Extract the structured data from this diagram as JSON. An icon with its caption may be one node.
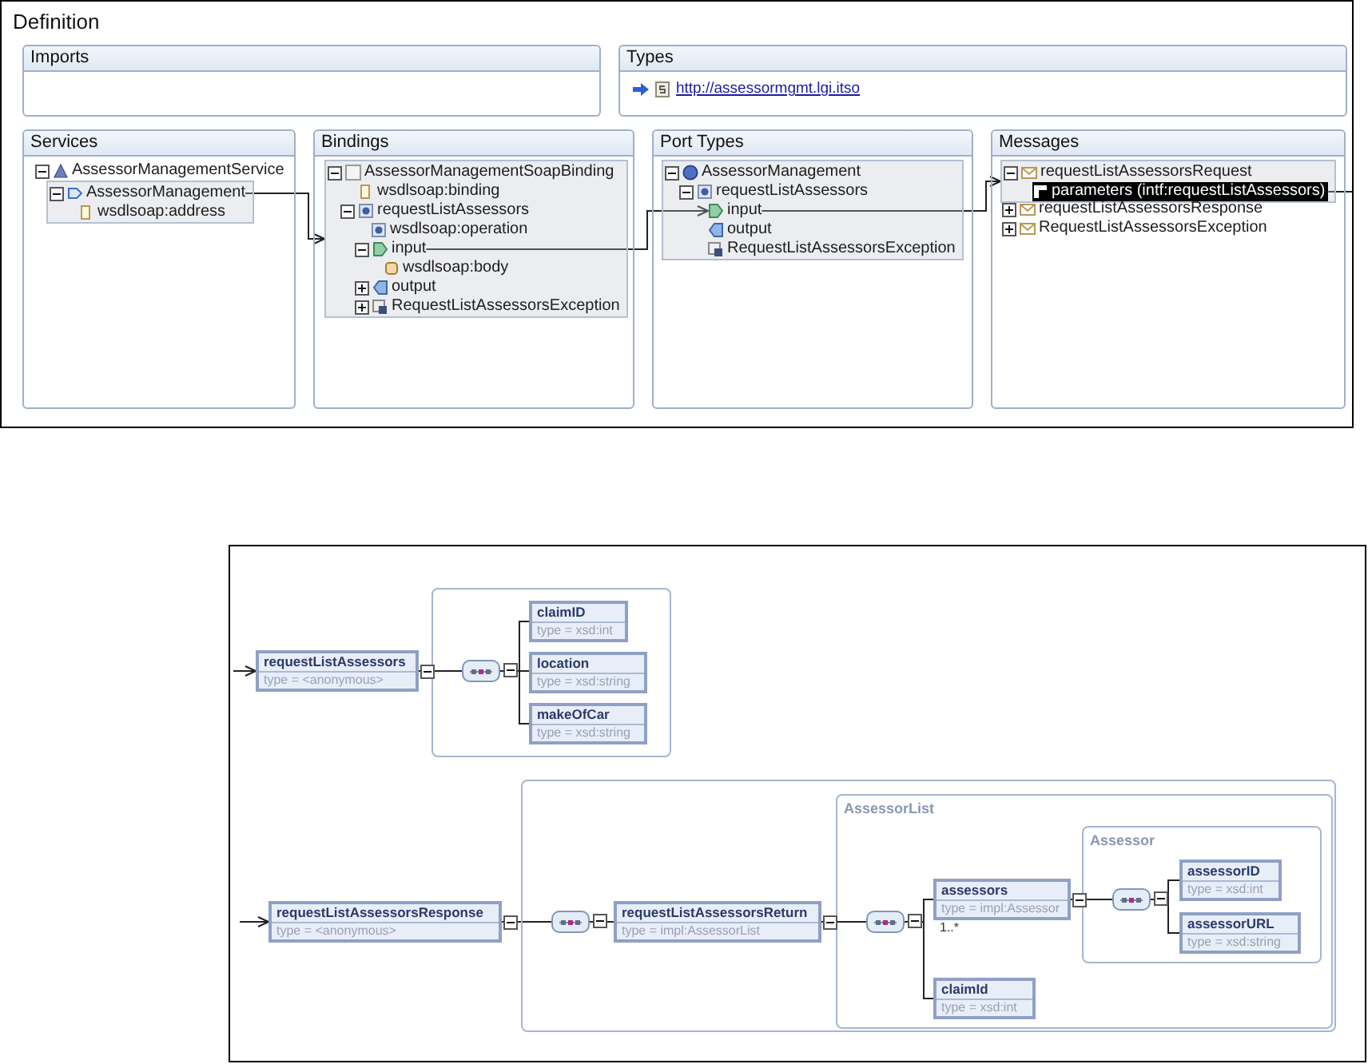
{
  "diagram": {
    "nodes": [
      {
        "text": [
          "Definition"
        ]
      },
      {
        "text": [
          "Imports"
        ],
        "in": 0
      },
      {
        "text": [
          "Types",
          "http://assessormgmt.lgi.itso"
        ],
        "in": 0
      },
      {
        "text": [
          "Services"
        ],
        "in": 0
      },
      {
        "text": [
          "Bindings"
        ],
        "in": 0
      },
      {
        "text": [
          "Port Types"
        ],
        "in": 0
      },
      {
        "text": [
          "Messages"
        ],
        "in": 0
      },
      {
        "text": [
          "AssessorManagementService"
        ],
        "in": 3
      },
      {
        "text": [],
        "shape": "box",
        "in": 3
      },
      {
        "text": [
          "AssessorManagement"
        ],
        "in": 8
      },
      {
        "text": [
          "wsdlsoap:address"
        ],
        "in": 8
      },
      {
        "text": [],
        "shape": "box",
        "in": 4
      },
      {
        "text": [
          "AssessorManagementSoapBinding"
        ],
        "in": 11
      },
      {
        "text": [
          "wsdlsoap:binding"
        ],
        "in": 11
      },
      {
        "text": [
          "requestListAssessors"
        ],
        "in": 11
      },
      {
        "text": [
          "wsdlsoap:operation"
        ],
        "in": 11
      },
      {
        "text": [
          "input"
        ],
        "in": 11
      },
      {
        "text": [
          "wsdlsoap:body"
        ],
        "in": 11
      },
      {
        "text": [
          "output"
        ],
        "in": 11
      },
      {
        "text": [
          "RequestListAssessorsException"
        ],
        "in": 11
      },
      {
        "text": [],
        "shape": "box",
        "in": 5
      },
      {
        "text": [
          "AssessorManagement"
        ],
        "in": 20
      },
      {
        "text": [
          "requestListAssessors"
        ],
        "in": 20
      },
      {
        "text": [
          "input"
        ],
        "in": 20
      },
      {
        "text": [
          "output"
        ],
        "in": 20
      },
      {
        "text": [
          "RequestListAssessorsException"
        ],
        "in": 20
      },
      {
        "text": [],
        "shape": "box",
        "in": 6
      },
      {
        "text": [
          "requestListAssessorsRequest"
        ],
        "in": 26
      },
      {
        "text": [
          "parameters (intf:requestListAssessors)"
        ],
        "in": 26
      },
      {
        "text": [
          "requestListAssessorsResponse"
        ],
        "in": 6
      },
      {
        "text": [
          "RequestListAssessorsException"
        ],
        "in": 6
      },
      {
        "text": [],
        "shape": "box"
      },
      {
        "text": [
          "requestListAssessors",
          "type = <anonymous>"
        ],
        "in": 31
      },
      {
        "text": [],
        "shape": "box",
        "in": 31
      },
      {
        "text": [],
        "shape": "box",
        "in": 33
      },
      {
        "text": [
          "claimID",
          "type = xsd:int"
        ],
        "in": 33
      },
      {
        "text": [
          "location",
          "type = xsd:string"
        ],
        "in": 33
      },
      {
        "text": [
          "makeOfCar",
          "type = xsd:string"
        ],
        "in": 33
      },
      {
        "text": [
          "requestListAssessorsResponse",
          "type = <anonymous>"
        ],
        "in": 31
      },
      {
        "text": [],
        "shape": "box",
        "in": 31
      },
      {
        "text": [],
        "shape": "box",
        "in": 39
      },
      {
        "text": [
          "requestListAssessorsReturn",
          "type = impl:AssessorList"
        ],
        "in": 39
      },
      {
        "text": [
          "AssessorList"
        ],
        "in": 39
      },
      {
        "text": [],
        "shape": "box",
        "in": 42
      },
      {
        "text": [
          "assessors",
          "type = impl:Assessor"
        ],
        "in": 42,
        "beside": [
          "1..*"
        ]
      },
      {
        "text": [
          "claimId",
          "type = xsd:int"
        ],
        "in": 42
      },
      {
        "text": [
          "Assessor"
        ],
        "in": 42
      },
      {
        "text": [],
        "shape": "box",
        "in": 46
      },
      {
        "text": [
          "assessorID",
          "type = xsd:int"
        ],
        "in": 46
      },
      {
        "text": [
          "assessorURL",
          "type = xsd:string"
        ],
        "in": 46
      }
    ],
    "edges": [
      {
        "from": 9,
        "to": 11,
        "arrow": "to"
      },
      {
        "from": 16,
        "to": 23,
        "arrow": "to"
      },
      {
        "from": 23,
        "to": 26,
        "arrow": "to"
      },
      {
        "from": 28,
        "to": null,
        "arrow": "none"
      },
      {
        "from": null,
        "to": 32,
        "arrow": "to"
      },
      {
        "from": 32,
        "to": 34,
        "arrow": "none"
      },
      {
        "from": 34,
        "to": 35,
        "arrow": "none"
      },
      {
        "from": 34,
        "to": 36,
        "arrow": "none"
      },
      {
        "from": 34,
        "to": 37,
        "arrow": "none"
      },
      {
        "from": null,
        "to": 38,
        "arrow": "to"
      },
      {
        "from": 38,
        "to": 40,
        "arrow": "none"
      },
      {
        "from": 40,
        "to": 41,
        "arrow": "none"
      },
      {
        "from": 41,
        "to": 43,
        "arrow": "none"
      },
      {
        "from": 43,
        "to": 44,
        "arrow": "none"
      },
      {
        "from": 43,
        "to": 45,
        "arrow": "none"
      },
      {
        "from": 44,
        "to": 47,
        "arrow": "none"
      },
      {
        "from": 47,
        "to": 48,
        "arrow": "none"
      },
      {
        "from": 47,
        "to": 49,
        "arrow": "none"
      }
    ]
  }
}
